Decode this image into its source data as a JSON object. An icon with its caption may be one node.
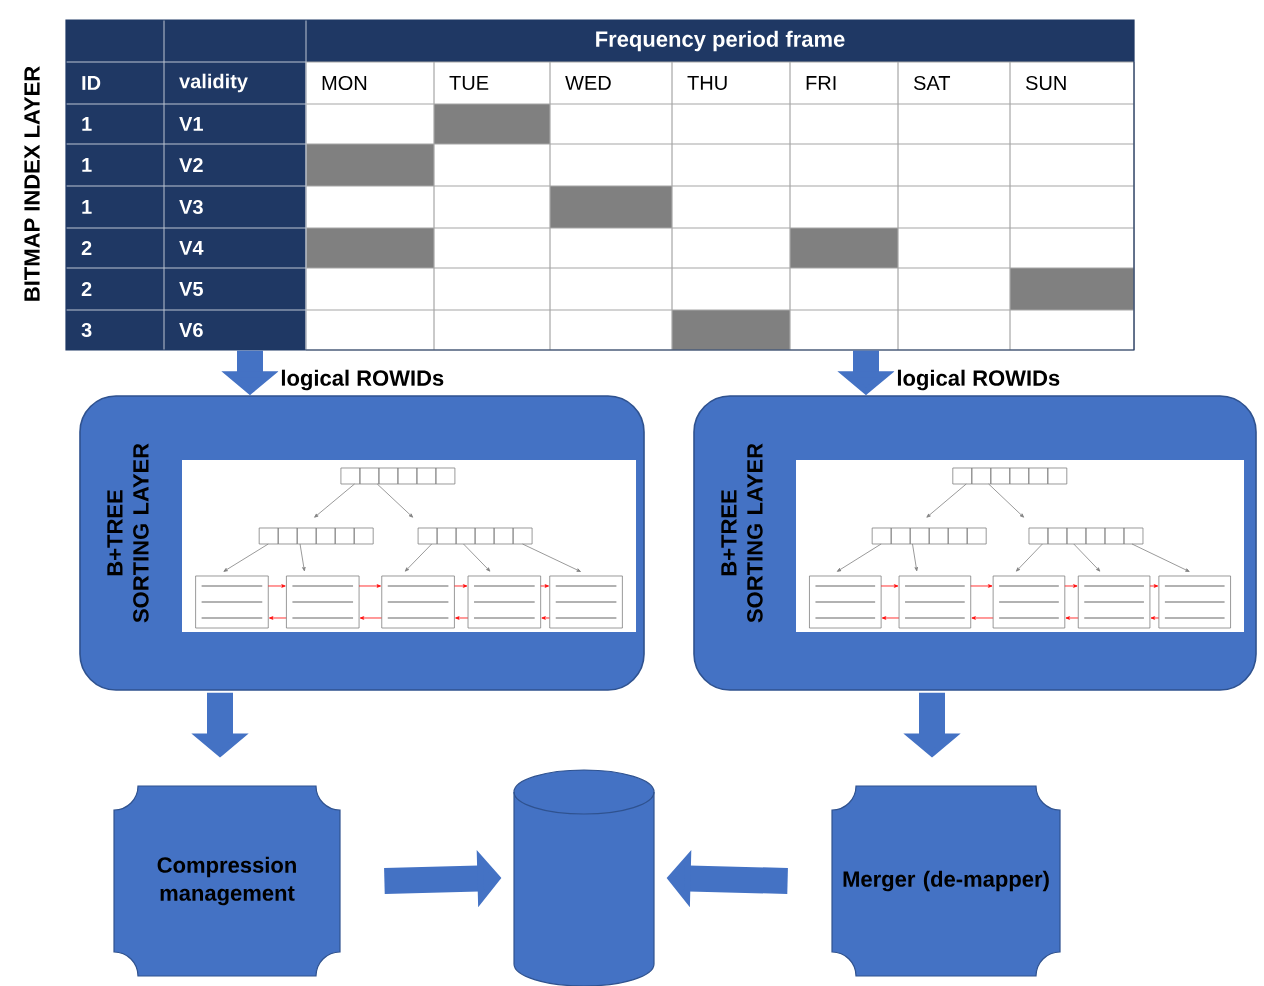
{
  "diagram": {
    "nodes": [
      {
        "text": [
          "BITMAP INDEX LAYER"
        ]
      },
      {
        "text": [
          "B+TREE SORTING LAYER"
        ]
      },
      {
        "text": [
          "B+TREE SORTING LAYER"
        ]
      },
      {
        "text": [
          "Compression management"
        ]
      },
      {
        "text": [],
        "shape": "cylinder"
      },
      {
        "text": [
          "Merger (de-mapper)"
        ]
      }
    ],
    "edges": [
      {
        "from": 0,
        "to": 1,
        "arrow": "to",
        "label": "logical ROWIDs"
      },
      {
        "from": 0,
        "to": 2,
        "arrow": "to",
        "label": "logical ROWIDs"
      },
      {
        "from": 1,
        "to": 3,
        "arrow": "to"
      },
      {
        "from": 2,
        "to": 5,
        "arrow": "to"
      },
      {
        "from": 3,
        "to": 4,
        "arrow": "to"
      },
      {
        "from": 5,
        "to": 4,
        "arrow": "to"
      }
    ],
    "labels": [
      "Frequency period frame",
      "ID",
      "validity",
      "MON",
      "TUE",
      "WED",
      "THU",
      "FRI",
      "SAT",
      "SUN",
      "1",
      "V1",
      "1",
      "V2",
      "1",
      "V3",
      "2",
      "V4",
      "2",
      "V5",
      "3",
      "V6"
    ]
  }
}
